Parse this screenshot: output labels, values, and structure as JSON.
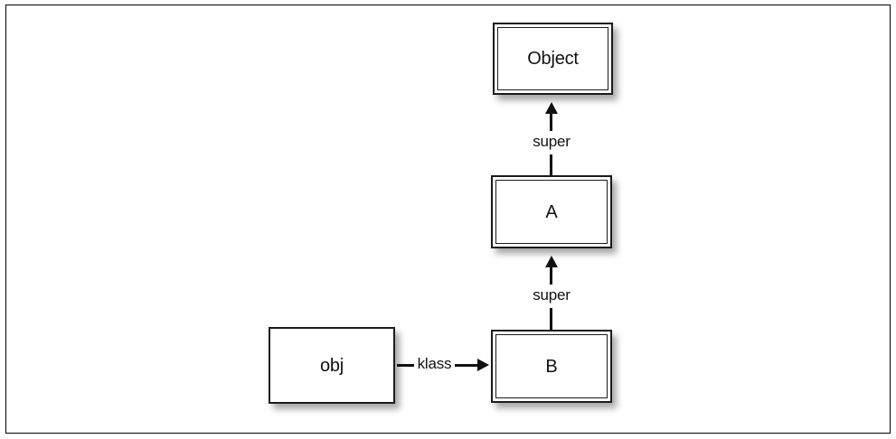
{
  "figure": {
    "background_color": "#ffffff",
    "frame_color": "#000000",
    "line_color": "#111111",
    "shadow_color": "#9a9a9a"
  },
  "nodes": [
    {
      "id": "object",
      "label": "Object",
      "kind": "class"
    },
    {
      "id": "a",
      "label": "A",
      "kind": "class"
    },
    {
      "id": "b",
      "label": "B",
      "kind": "class"
    },
    {
      "id": "obj",
      "label": "obj",
      "kind": "object"
    }
  ],
  "edges": [
    {
      "id": "super-1",
      "label": "super",
      "from": "a",
      "to": "object",
      "direction": "up"
    },
    {
      "id": "super-2",
      "label": "super",
      "from": "b",
      "to": "a",
      "direction": "up"
    },
    {
      "id": "klass",
      "label": "klass",
      "from": "obj",
      "to": "b",
      "direction": "right"
    }
  ]
}
